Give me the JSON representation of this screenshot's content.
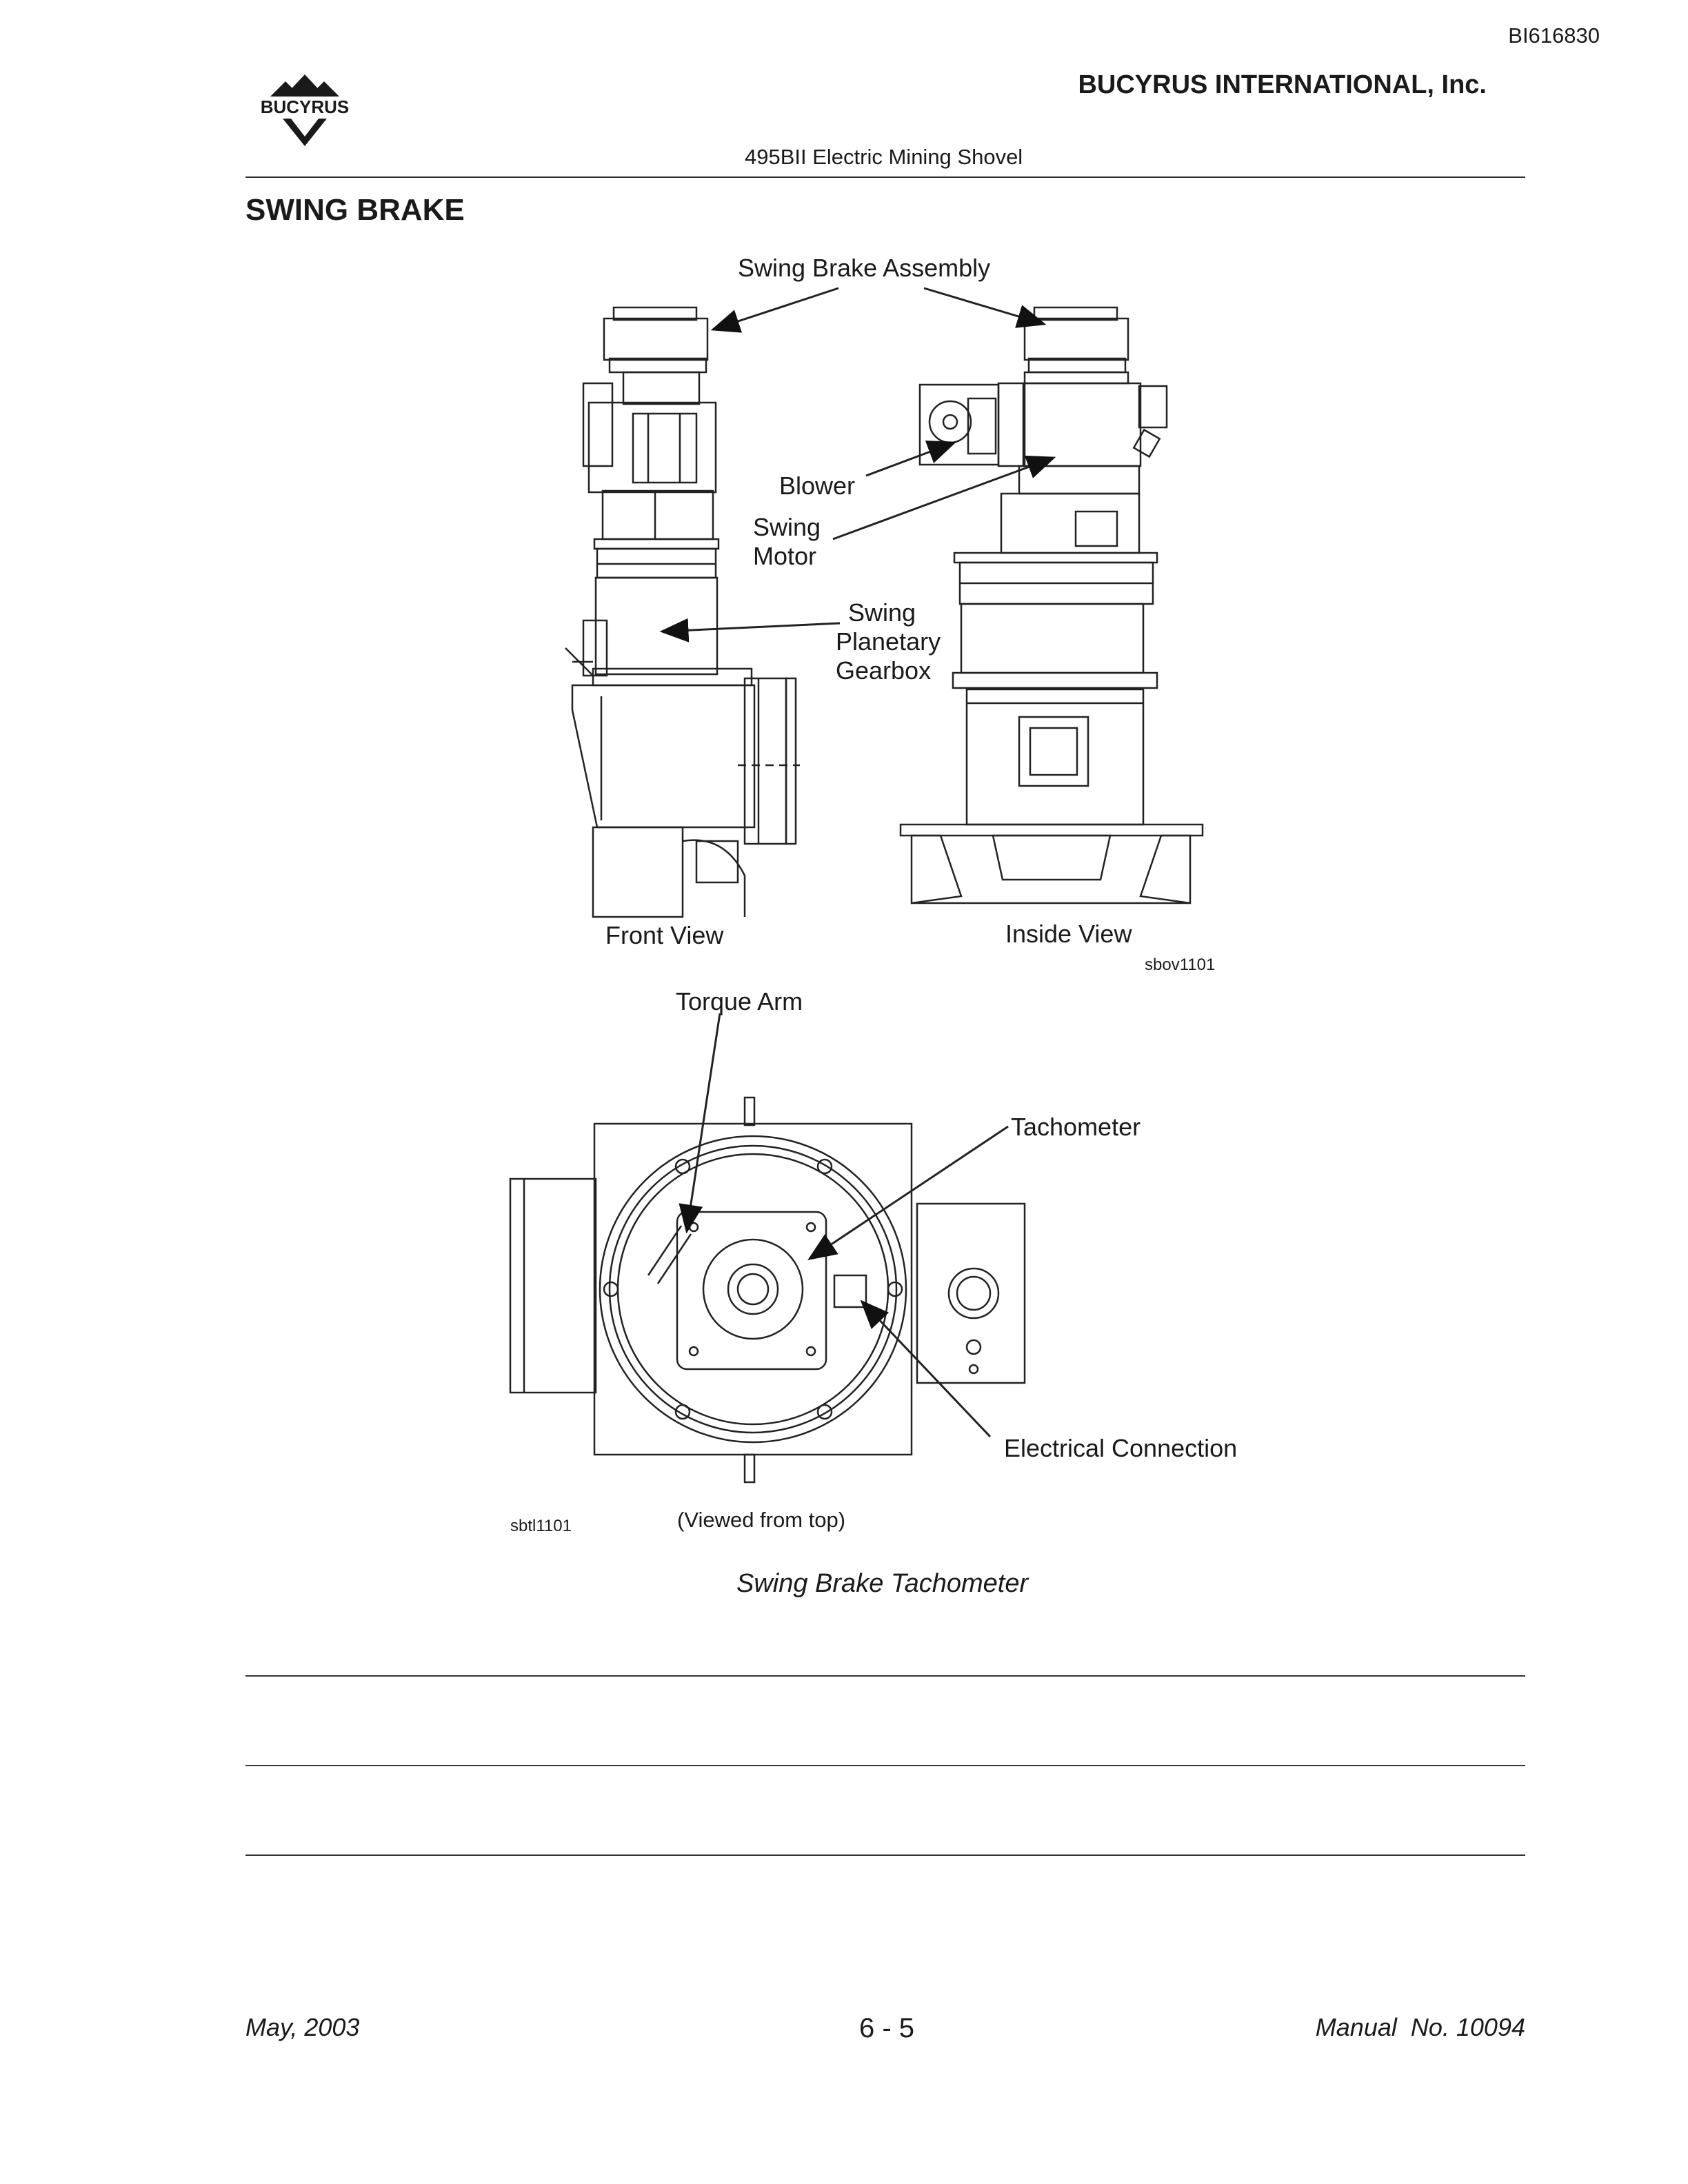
{
  "header": {
    "doc_id": "BI616830",
    "company": "BUCYRUS INTERNATIONAL, Inc.",
    "logo_text": "BUCYRUS",
    "product": "495BII Electric Mining Shovel"
  },
  "section": {
    "title": "SWING BRAKE"
  },
  "figure1": {
    "assembly_label": "Swing Brake Assembly",
    "blower": "Blower",
    "motor_l1": "Swing",
    "motor_l2": "Motor",
    "gear_l1": "Swing",
    "gear_l2": "Planetary",
    "gear_l3": "Gearbox",
    "front_view": "Front View",
    "inside_view": "Inside View",
    "ref": "sbov1101"
  },
  "figure2": {
    "torque_arm": "Torque Arm",
    "tachometer": "Tachometer",
    "electrical": "Electrical Connection",
    "ref": "sbtl1101",
    "viewed": "(Viewed from top)"
  },
  "caption": "Swing Brake Tachometer",
  "footer": {
    "date": "May, 2003",
    "page": "6 - 5",
    "manual": "Manual  No. 10094"
  }
}
